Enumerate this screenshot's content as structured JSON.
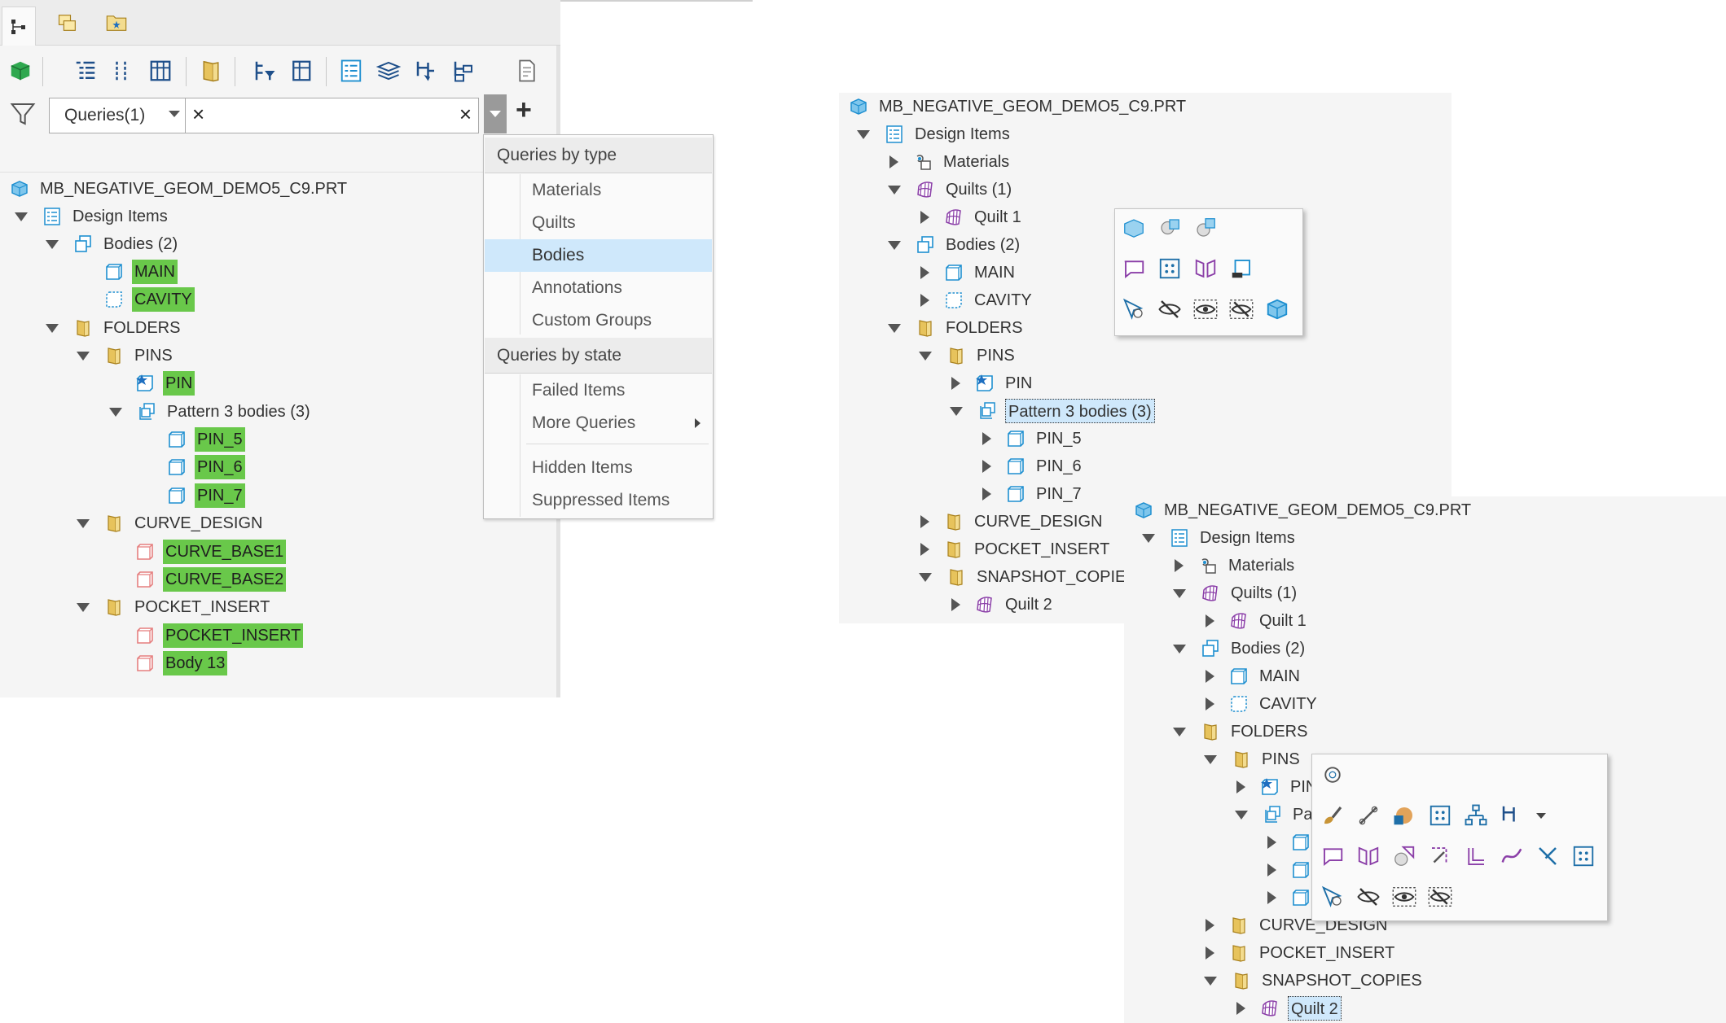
{
  "left": {
    "queries_combo": "Queries(1)",
    "clear_symbol": "×",
    "search_clear_symbol": "×",
    "add_symbol": "+",
    "tree": [
      {
        "label": "MB_NEGATIVE_GEOM_DEMO5_C9.PRT",
        "icon": "part-icon"
      },
      {
        "label": "Design Items",
        "icon": "design-items-icon"
      },
      {
        "label": "Bodies (2)",
        "icon": "bodies-icon"
      },
      {
        "label": "MAIN",
        "icon": "body-icon"
      },
      {
        "label": "CAVITY",
        "icon": "body-dashed-icon"
      },
      {
        "label": "FOLDERS",
        "icon": "folder-icon"
      },
      {
        "label": "PINS",
        "icon": "folder-icon"
      },
      {
        "label": "PIN",
        "icon": "pin-body-icon"
      },
      {
        "label": "Pattern 3 bodies (3)",
        "icon": "pattern-icon"
      },
      {
        "label": "PIN_5",
        "icon": "body-icon"
      },
      {
        "label": "PIN_6",
        "icon": "body-icon"
      },
      {
        "label": "PIN_7",
        "icon": "body-icon"
      },
      {
        "label": "CURVE_DESIGN",
        "icon": "folder-icon"
      },
      {
        "label": "CURVE_BASE1",
        "icon": "body-red-icon"
      },
      {
        "label": "CURVE_BASE2",
        "icon": "body-red-icon"
      },
      {
        "label": "POCKET_INSERT",
        "icon": "folder-icon"
      },
      {
        "label": "POCKET_INSERT",
        "icon": "body-red-icon"
      },
      {
        "label": "Body 13",
        "icon": "body-red-icon"
      }
    ]
  },
  "menu": {
    "header_type": "Queries by type",
    "type_items": [
      "Materials",
      "Quilts",
      "Bodies",
      "Annotations",
      "Custom Groups"
    ],
    "active_item": "Bodies",
    "header_state": "Queries by state",
    "state_items": [
      "Failed Items",
      "More Queries"
    ],
    "extra_items": [
      "Hidden Items",
      "Suppressed Items"
    ]
  },
  "middle": {
    "tree": [
      {
        "label": "MB_NEGATIVE_GEOM_DEMO5_C9.PRT"
      },
      {
        "label": "Design Items"
      },
      {
        "label": "Materials"
      },
      {
        "label": "Quilts (1)"
      },
      {
        "label": "Quilt 1"
      },
      {
        "label": "Bodies (2)"
      },
      {
        "label": "MAIN"
      },
      {
        "label": "CAVITY"
      },
      {
        "label": "FOLDERS"
      },
      {
        "label": "PINS"
      },
      {
        "label": "PIN"
      },
      {
        "label": "Pattern 3 bodies (3)"
      },
      {
        "label": "PIN_5"
      },
      {
        "label": "PIN_6"
      },
      {
        "label": "PIN_7"
      },
      {
        "label": "CURVE_DESIGN"
      },
      {
        "label": "POCKET_INSERT"
      },
      {
        "label": "SNAPSHOT_COPIES"
      },
      {
        "label": "Quilt 2"
      }
    ]
  },
  "right": {
    "tree": [
      {
        "label": "MB_NEGATIVE_GEOM_DEMO5_C9.PRT"
      },
      {
        "label": "Design Items"
      },
      {
        "label": "Materials"
      },
      {
        "label": "Quilts (1)"
      },
      {
        "label": "Quilt 1"
      },
      {
        "label": "Bodies (2)"
      },
      {
        "label": "MAIN"
      },
      {
        "label": "CAVITY"
      },
      {
        "label": "FOLDERS"
      },
      {
        "label": "PINS"
      },
      {
        "label": "PIN"
      },
      {
        "label": "Pa"
      },
      {
        "label": "CURVE_DESIGN"
      },
      {
        "label": "POCKET_INSERT"
      },
      {
        "label": "SNAPSHOT_COPIES"
      },
      {
        "label": "Quilt 2"
      }
    ]
  },
  "colors": {
    "highlight": "#69c84a",
    "selection": "#cfe8fb",
    "folder": "#d8b14a",
    "body": "#1e8fd0",
    "quilt": "#8b3fa8"
  }
}
